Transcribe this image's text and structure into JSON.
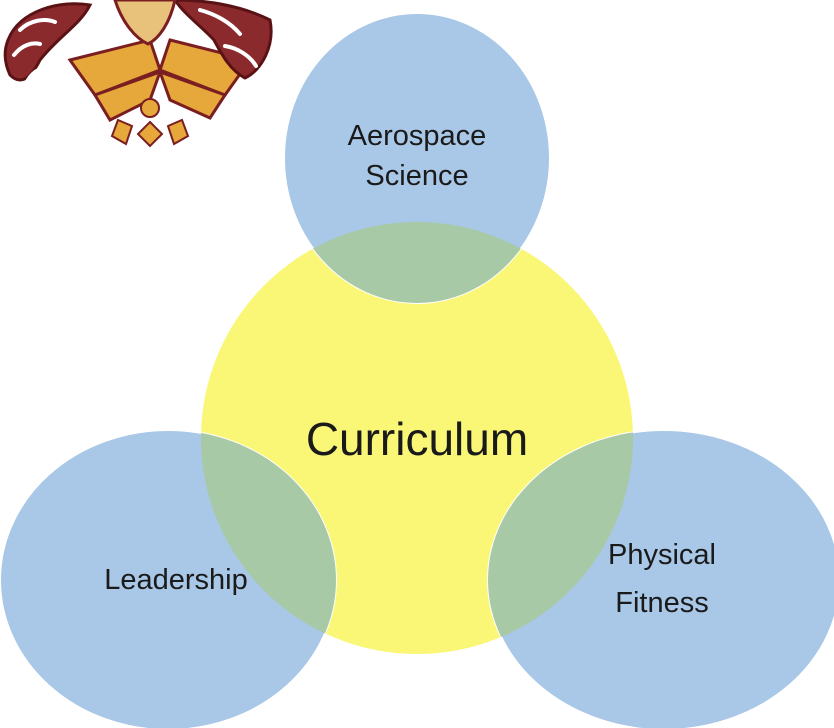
{
  "diagram": {
    "center": {
      "label": "Curriculum"
    },
    "petals": [
      {
        "id": "aerospace",
        "lines": [
          "Aerospace",
          "Science"
        ]
      },
      {
        "id": "leadership",
        "lines": [
          "Leadership"
        ]
      },
      {
        "id": "fitness",
        "lines": [
          "Physical",
          "Fitness"
        ]
      }
    ]
  },
  "colors": {
    "center_fill": "#faf676",
    "petal_fill": "#a9c7e6",
    "overlap_fill": "#a8c9a6",
    "petal_outline": "#ffffff",
    "text": "#1a1a1a",
    "logo_maroon": "#7a1e22",
    "logo_gold": "#e6a83a"
  },
  "logo": {
    "name": "eagle-mascot-logo"
  }
}
